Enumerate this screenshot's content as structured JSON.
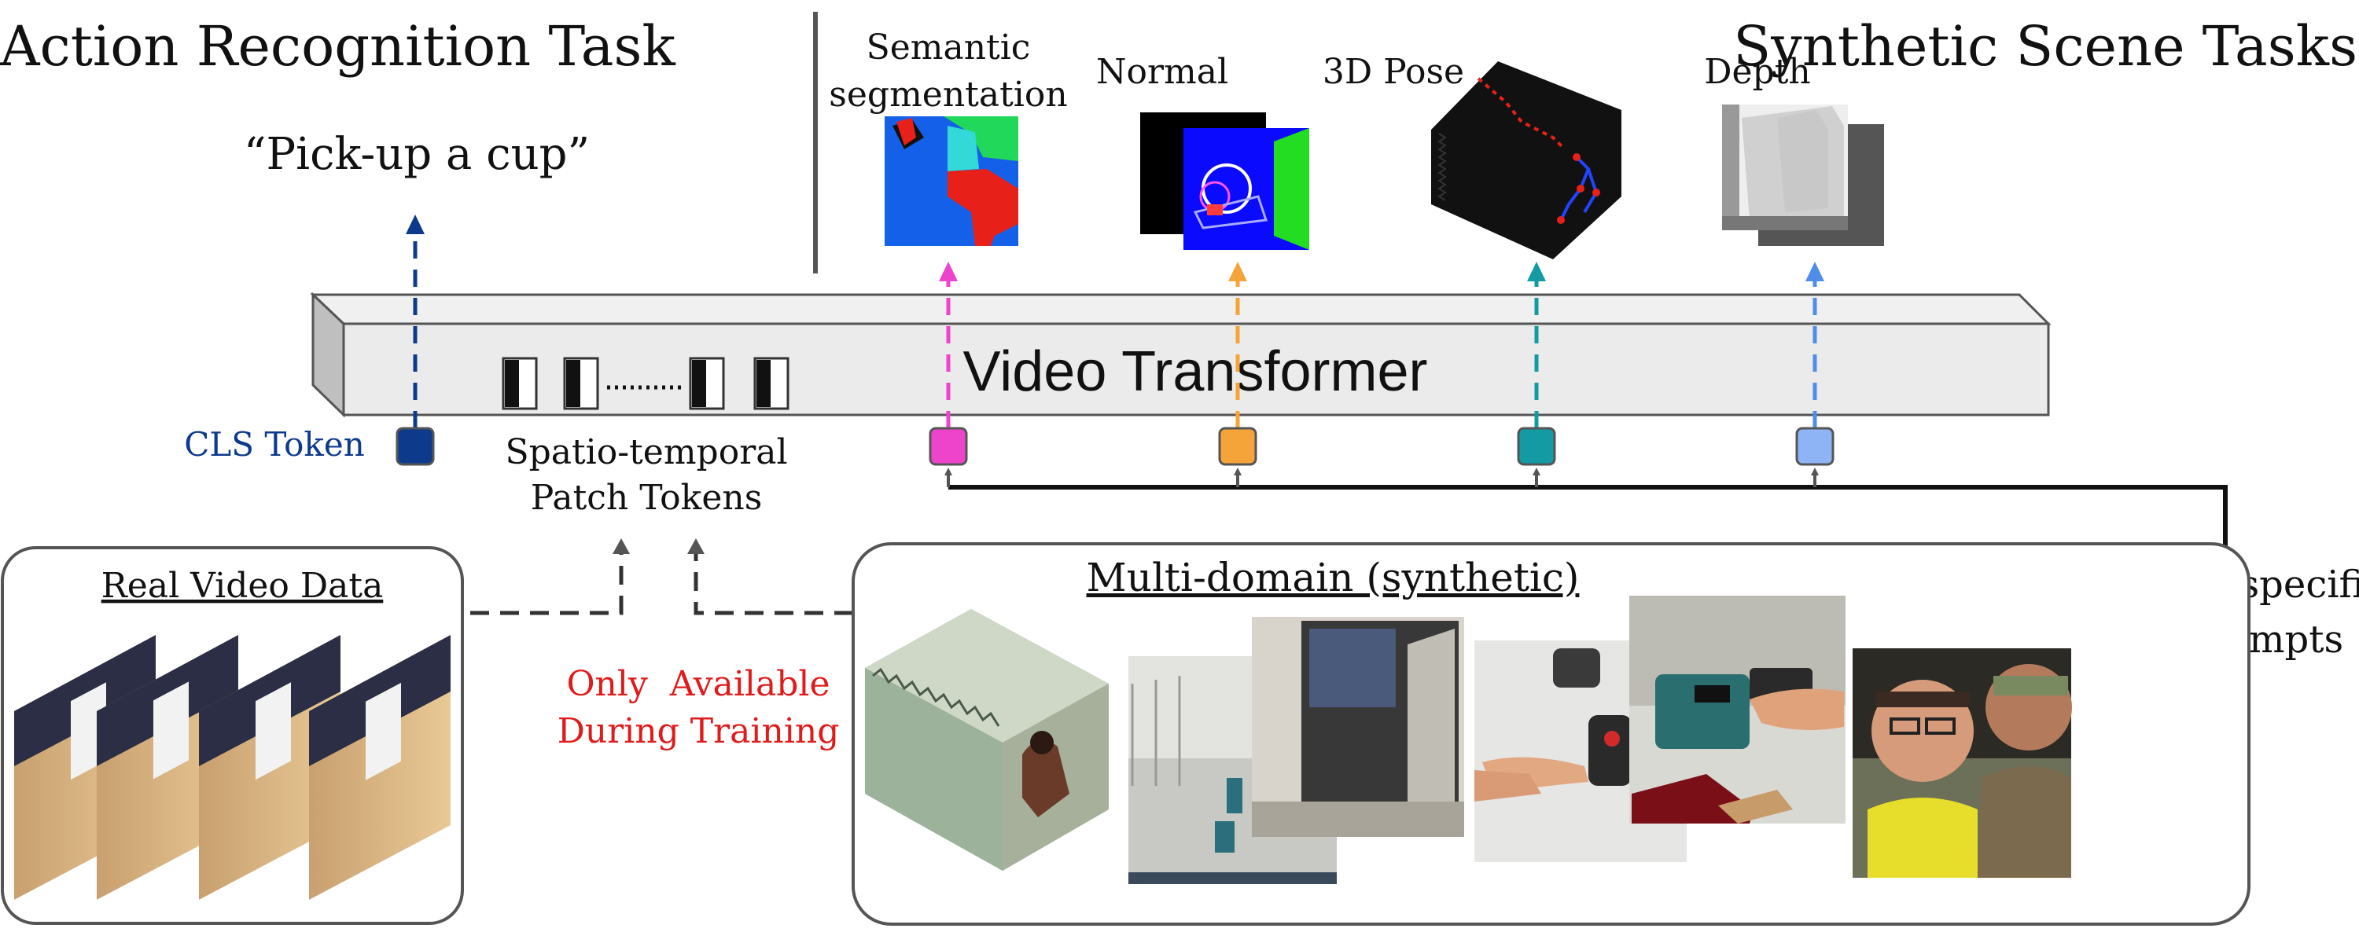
{
  "header": {
    "left_title": "Action Recognition Task",
    "right_title": "Synthetic Scene Tasks",
    "action_label": "“Pick-up a cup”"
  },
  "outputs": {
    "semantic_line1": "Semantic",
    "semantic_line2": "segmentation",
    "normal": "Normal",
    "pose": "3D Pose",
    "depth": "Depth"
  },
  "transformer": {
    "label": "Video Transformer"
  },
  "tokens": {
    "cls_label": "CLS Token",
    "patch_line1": "Spatio-temporal",
    "patch_line2": "Patch Tokens",
    "colors": {
      "cls": "#0e3a8c",
      "semantic": "#ee44cc",
      "normal": "#f5a43a",
      "pose": "#139aa3",
      "depth": "#8fb4f5"
    }
  },
  "prompts": {
    "line1": "Task-specific",
    "line2": "Prompts"
  },
  "data_panels": {
    "real": "Real Video Data",
    "synthetic": "Multi-domain (synthetic)",
    "only_line1": "Only  Available",
    "only_line2": "During Training",
    "note_color": "#e01b1b"
  }
}
